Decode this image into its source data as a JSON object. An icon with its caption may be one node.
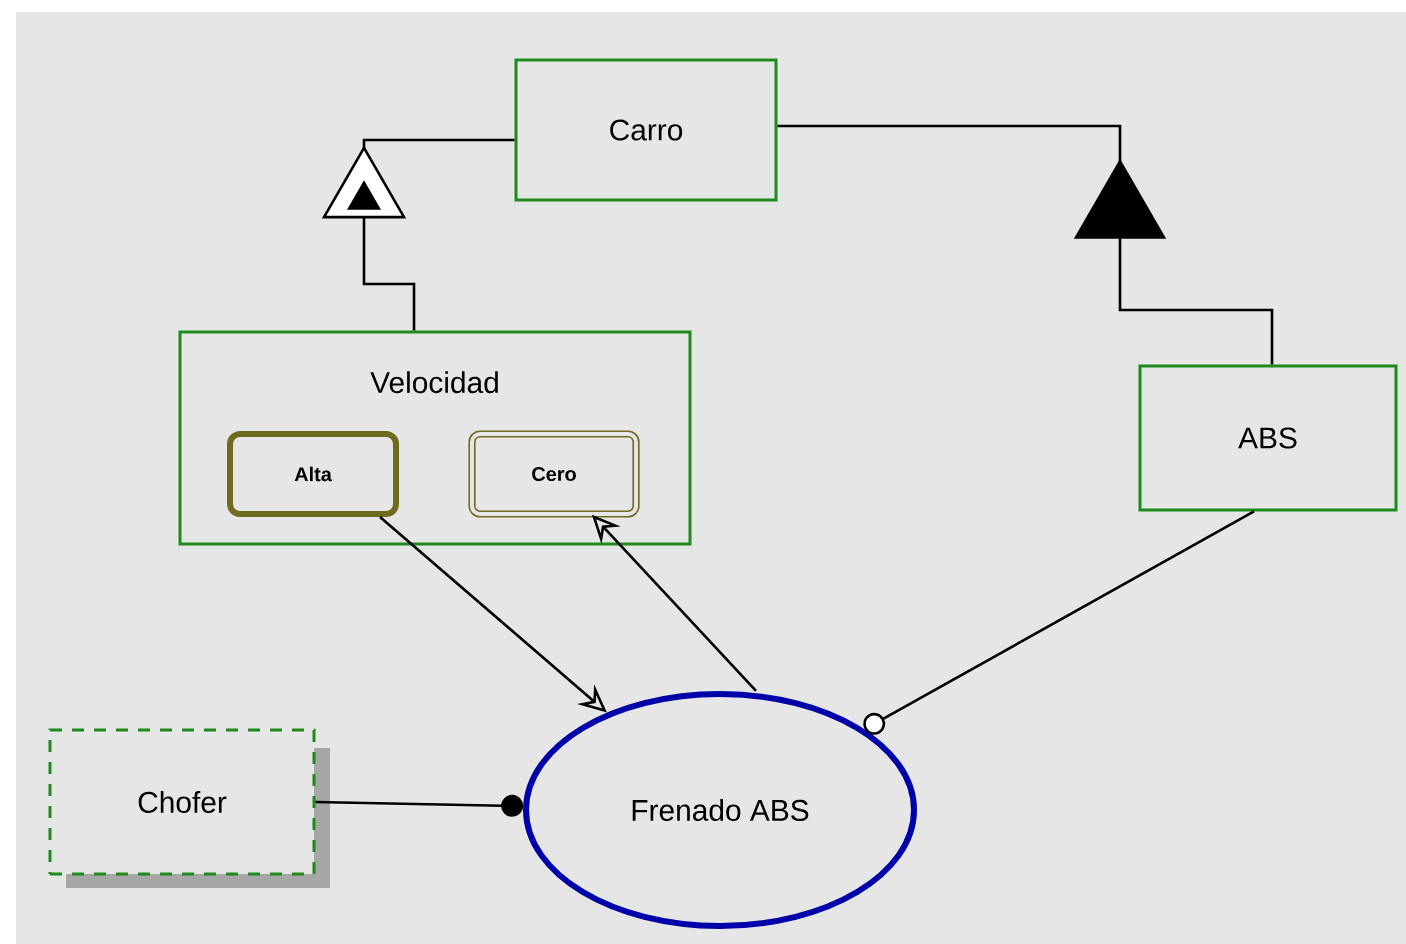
{
  "diagram": {
    "nodes": [
      {
        "text": [
          "Carro"
        ]
      },
      {
        "text": [
          "Velocidad"
        ]
      },
      {
        "text": [
          "Alta"
        ],
        "in": 1
      },
      {
        "text": [
          "Cero"
        ],
        "in": 1
      },
      {
        "text": [
          "ABS"
        ]
      },
      {
        "text": [
          "Frenado ABS"
        ]
      },
      {
        "text": [
          "Chofer"
        ]
      }
    ],
    "edges": [
      {
        "from": 1,
        "to": 0,
        "arrow": "to"
      },
      {
        "from": 4,
        "to": 0,
        "arrow": "to"
      },
      {
        "from": 2,
        "to": 5,
        "arrow": "to"
      },
      {
        "from": 5,
        "to": 3,
        "arrow": "to"
      },
      {
        "from": 4,
        "to": 5,
        "arrow": "other"
      },
      {
        "from": 6,
        "to": 5,
        "arrow": "other"
      }
    ]
  }
}
